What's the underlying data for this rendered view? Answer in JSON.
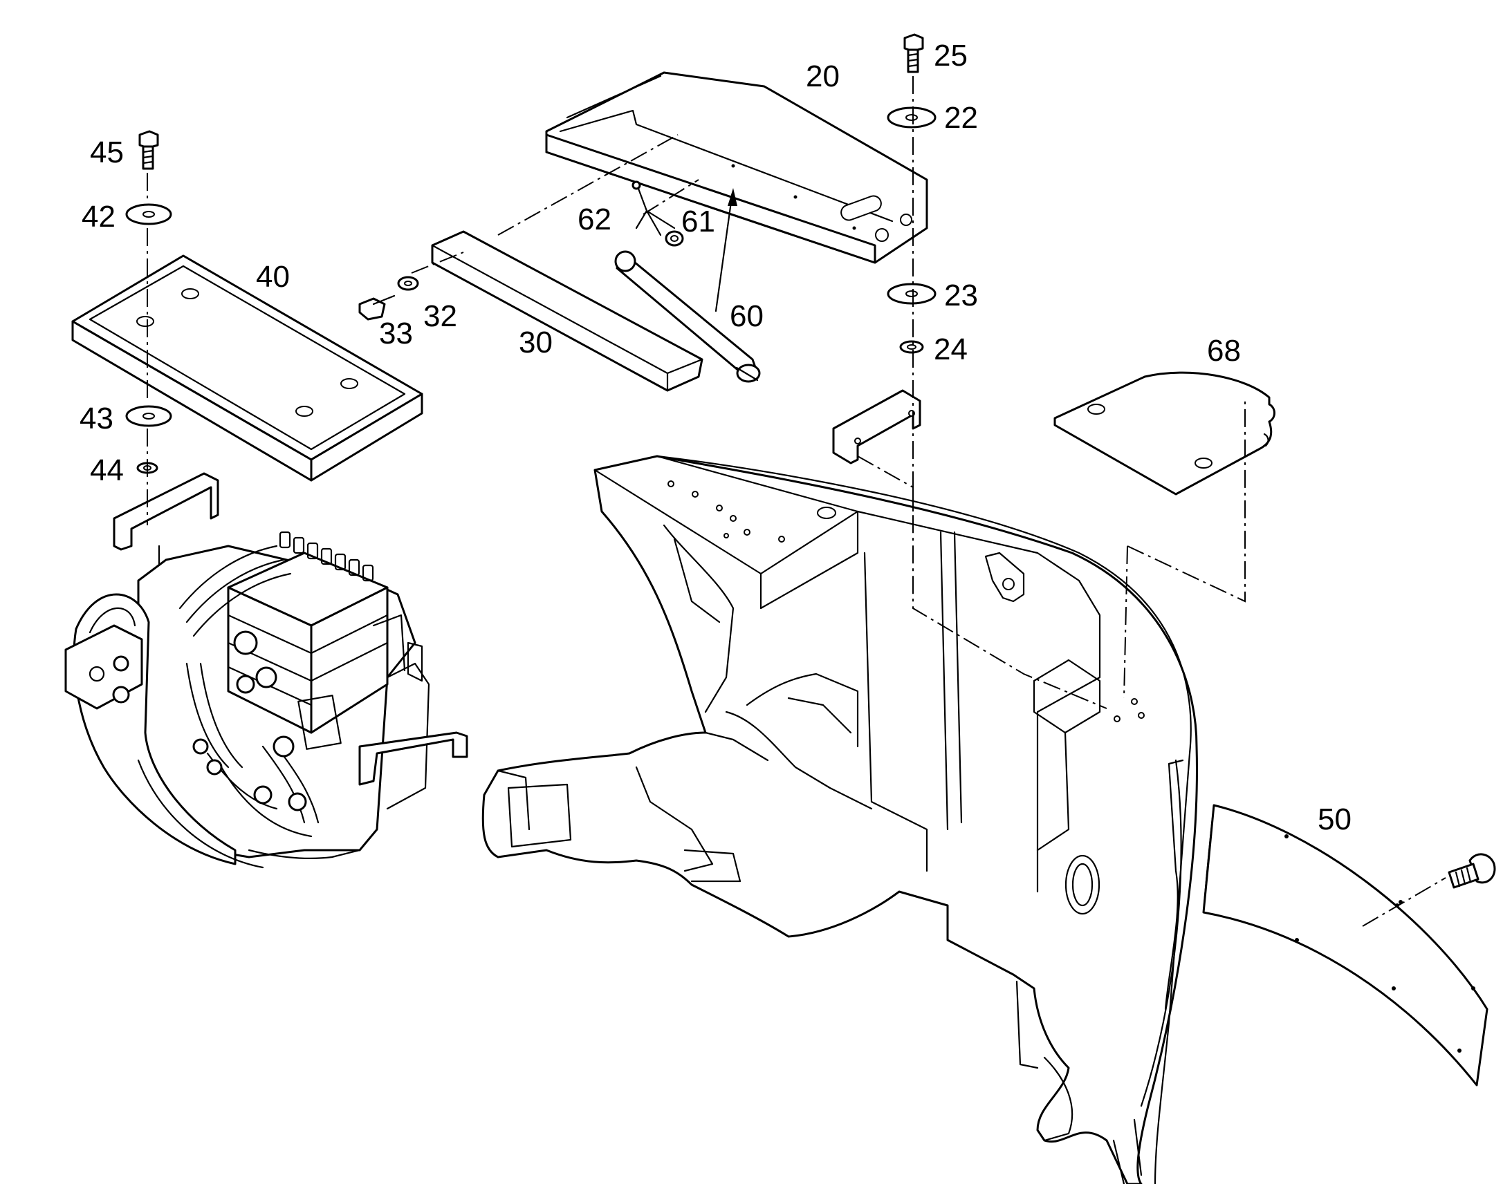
{
  "diagram": {
    "callouts": {
      "c20": "20",
      "c22": "22",
      "c23": "23",
      "c24": "24",
      "c25": "25",
      "c30": "30",
      "c32": "32",
      "c33": "33",
      "c40": "40",
      "c42": "42",
      "c43": "43",
      "c44": "44",
      "c45": "45",
      "c50": "50",
      "c60": "60",
      "c61": "61",
      "c62": "62",
      "c68": "68"
    },
    "colors": {
      "line": "#000000",
      "background": "#ffffff"
    }
  }
}
